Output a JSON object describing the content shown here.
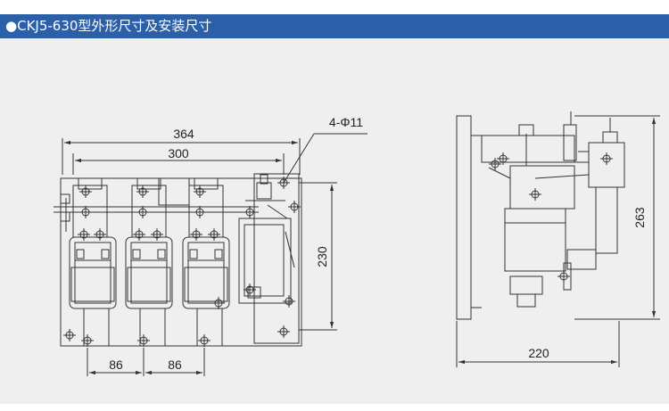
{
  "header": {
    "bullet": "●",
    "title": "CKJ5-630型外形尺寸及安装尺寸"
  },
  "front_view": {
    "dimensions": {
      "overall_width": "364",
      "mounting_width": "300",
      "mounting_height": "230",
      "pole_pitch_1": "86",
      "pole_pitch_2": "86",
      "hole_spec": "4-Φ11"
    }
  },
  "side_view": {
    "dimensions": {
      "depth": "220",
      "height": "263"
    }
  },
  "colors": {
    "header_bg": "#2b5fa8",
    "panel_bg": "#efefef",
    "line": "#333333"
  }
}
